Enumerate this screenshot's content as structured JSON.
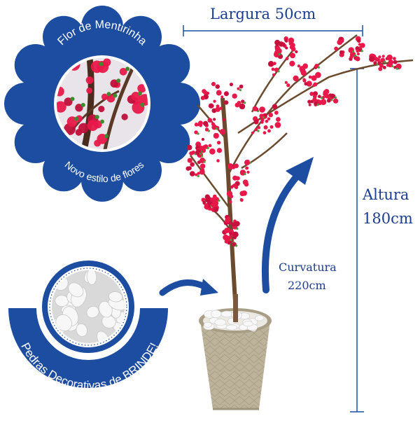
{
  "badge_flower": {
    "title": "Flor de Mentirinha",
    "subtitle": "Novo estilo de flores"
  },
  "badge_stones": {
    "caption": "Pedras Decorativas de BRINDE!"
  },
  "dimensions": {
    "width_label": "Largura 50cm",
    "height_label_line1": "Altura",
    "height_label_line2": "180cm",
    "curve_label_line1": "Curvatura",
    "curve_label_line2": "220cm"
  },
  "colors": {
    "brand_blue": "#1c4da1",
    "dark_blue": "#153a80",
    "label_blue": "#1b3d8f",
    "blossom_pink": "#e8194a",
    "pot_khaki": "#bdb39a",
    "stone_white": "#f4f4f4"
  }
}
